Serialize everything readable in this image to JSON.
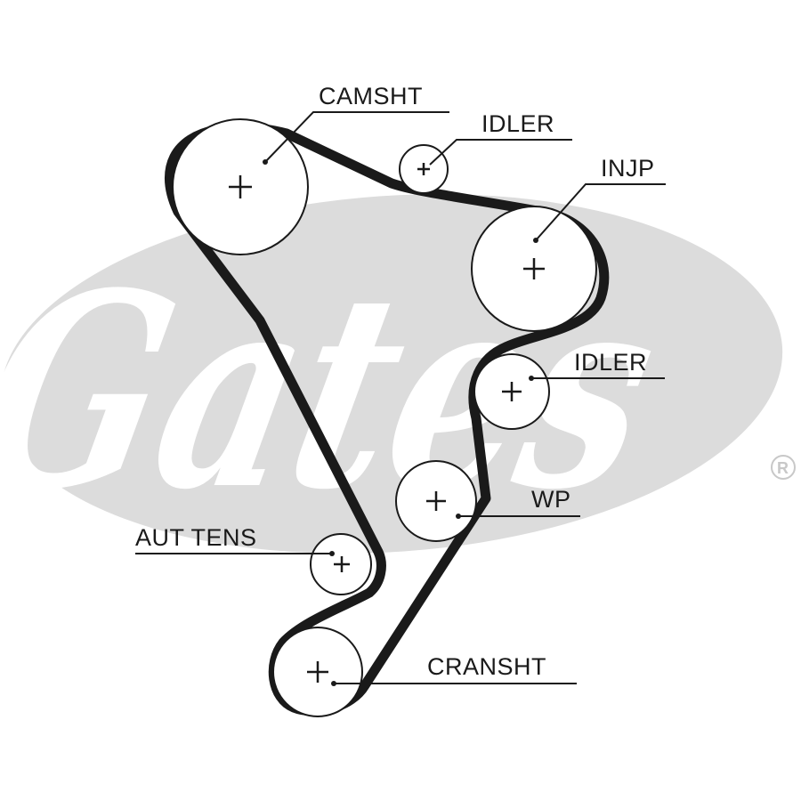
{
  "logo": {
    "text": "Gates"
  },
  "labels": {
    "camsht": "CAMSHT",
    "idler_top": "IDLER",
    "injp": "INJP",
    "idler_mid": "IDLER",
    "wp": "WP",
    "aut_tens": "AUT TENS",
    "cransht": "CRANSHT"
  },
  "colors": {
    "ink": "#1a1a1a",
    "logo_grey": "#dcdcdc"
  }
}
